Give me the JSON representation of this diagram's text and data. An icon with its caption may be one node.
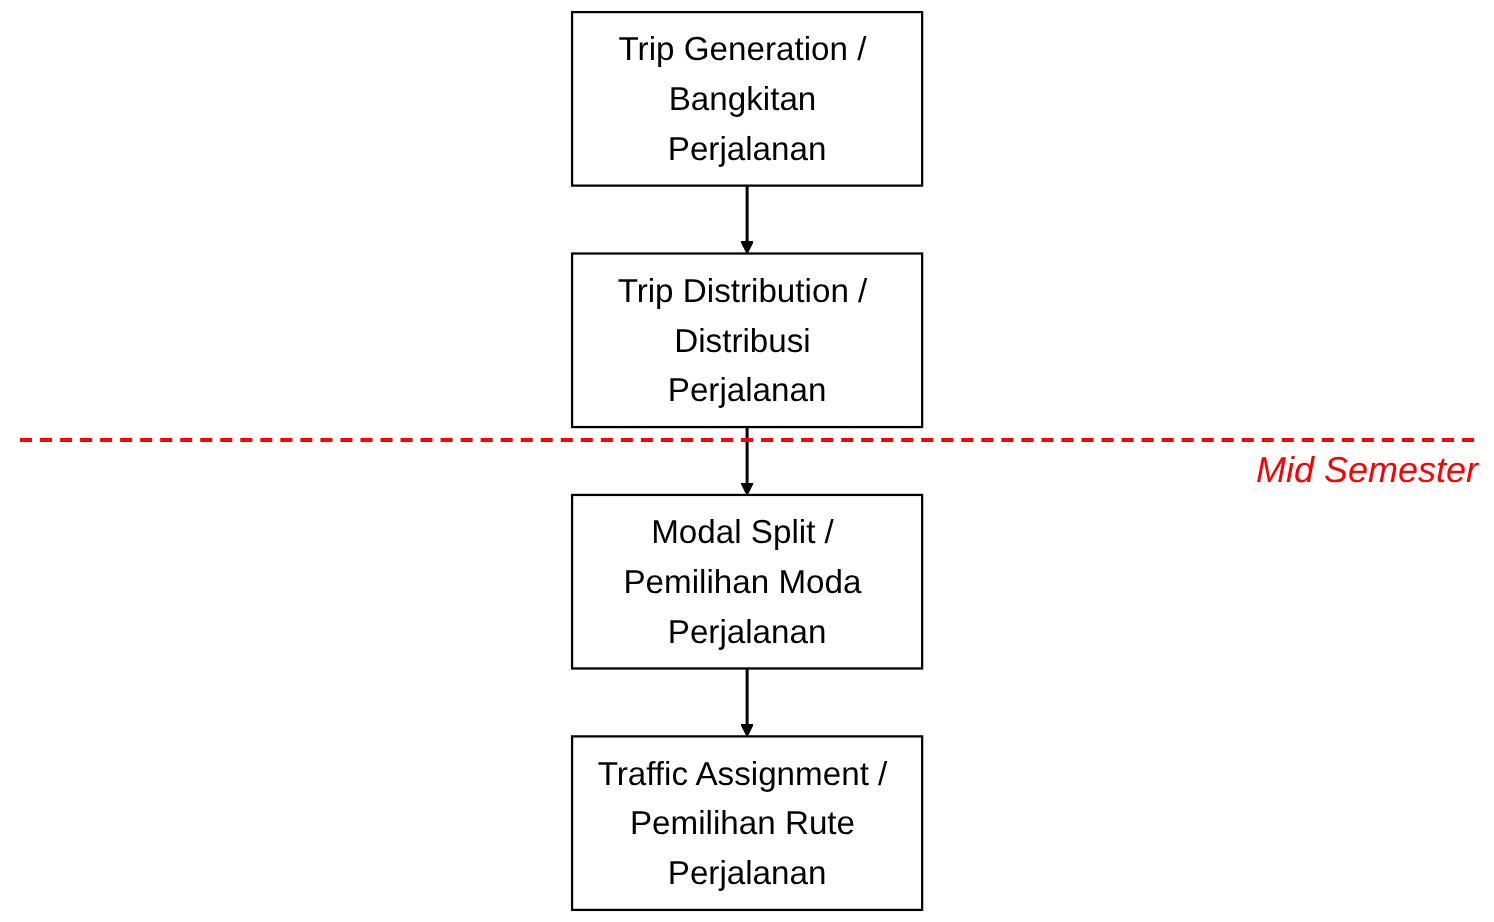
{
  "diagram": {
    "nodes": [
      {
        "text": [
          "Trip Generation / Bangkitan Perjalanan"
        ]
      },
      {
        "text": [
          "Trip Distribution / Distribusi Perjalanan"
        ]
      },
      {
        "text": [
          "Modal Split / Pemilihan Moda Perjalanan"
        ]
      },
      {
        "text": [
          "Traffic Assignment / Pemilihan Rute Perjalanan"
        ]
      }
    ],
    "edges": [
      {
        "from": 0,
        "to": 1,
        "arrow": "to"
      },
      {
        "from": 1,
        "to": 2,
        "arrow": "to"
      },
      {
        "from": 2,
        "to": 3,
        "arrow": "to"
      }
    ],
    "labels": [
      "Mid Semester"
    ]
  }
}
